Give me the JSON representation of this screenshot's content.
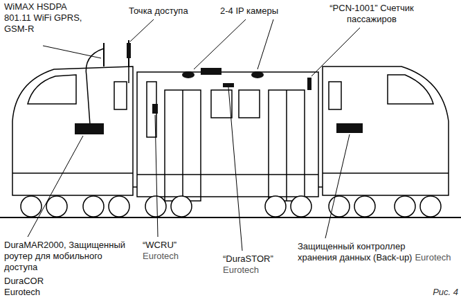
{
  "diagram": {
    "caption": "Рис. 4",
    "labels": [
      "WiMAX HSDPA 801.11 WiFi GPRS, GSM-R",
      "Точка доступа",
      "2-4 IP камеры",
      "“PCN-1001” Счетчик пассажиров",
      "“WCRU”",
      "Eurotech",
      "“DuraSTOR”",
      "Eurotech",
      "Защищенный контроллер хранения данных (Back-up)",
      "Eurotech",
      "DuraMAR2000, Защищенный роутер для мобильного доступа",
      "DuraCOR",
      "Eurotech"
    ]
  }
}
